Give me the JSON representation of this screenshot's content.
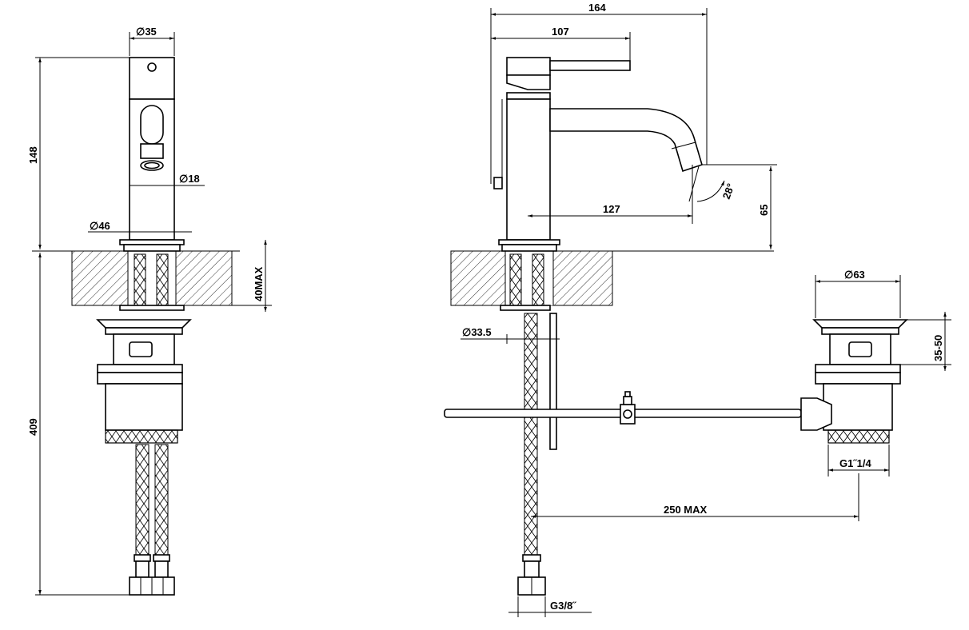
{
  "drawing": {
    "front_view": {
      "body_diameter": "∅35",
      "aerator_diameter": "∅18",
      "base_diameter": "∅46",
      "height_above_deck": "148",
      "max_deck_thickness": "40MAX",
      "height_below_deck": "409"
    },
    "side_view": {
      "overall_depth": "164",
      "lever_reach": "107",
      "spout_reach": "127",
      "spout_angle": "28°",
      "spout_height": "65",
      "shank_diameter": "∅33.5",
      "hose_connection": "G3/8˝"
    },
    "waste_view": {
      "plug_diameter": "∅63",
      "plug_height": "35-50",
      "waste_thread": "G1˝1/4",
      "rod_length": "250  MAX"
    }
  }
}
